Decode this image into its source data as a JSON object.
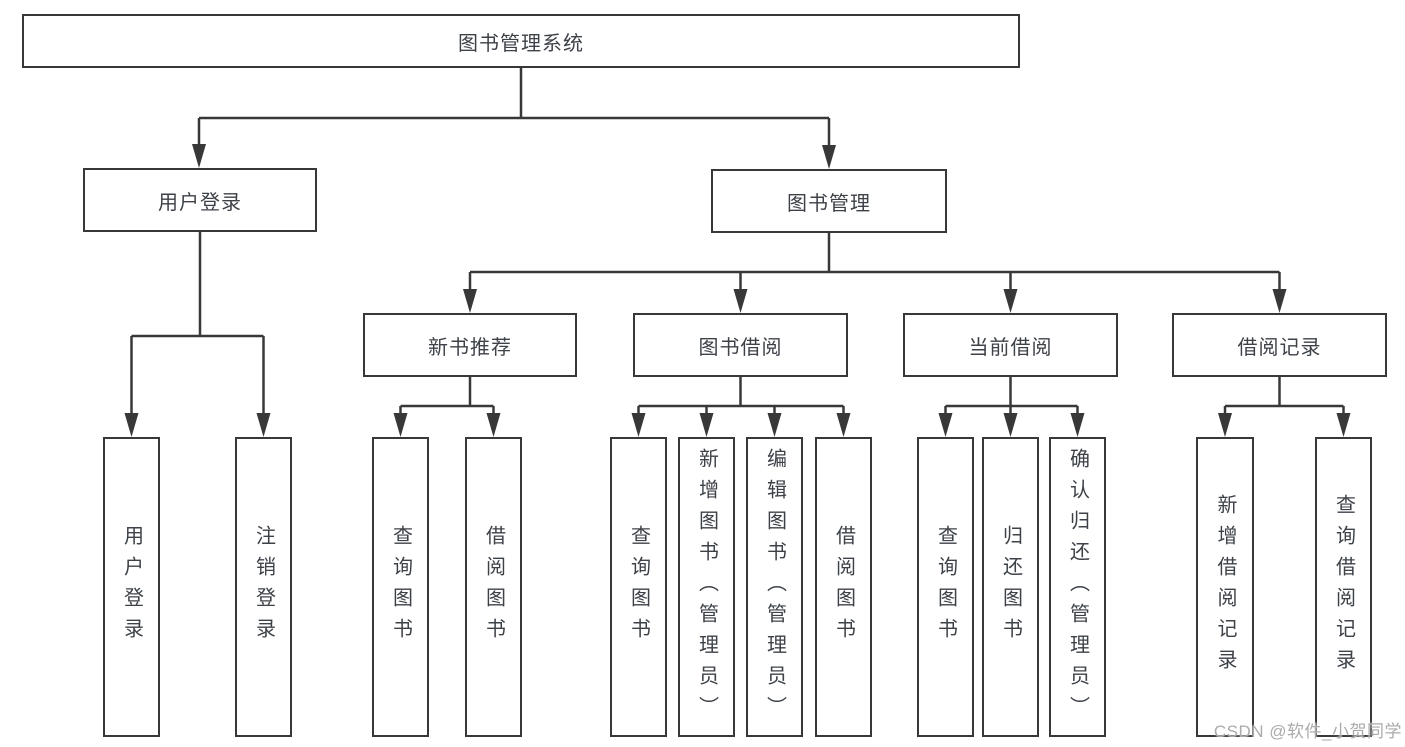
{
  "diagram": {
    "root": {
      "label": "图书管理系统"
    },
    "level2": {
      "user_login": "用户登录",
      "book_mgmt": "图书管理"
    },
    "level3": {
      "new_book_rec": "新书推荐",
      "book_borrow": "图书借阅",
      "current_borrow": "当前借阅",
      "borrow_record": "借阅记录"
    },
    "leaves": {
      "user_login": "用户登录",
      "logout": "注销登录",
      "nb_query": "查询图书",
      "nb_borrow": "借阅图书",
      "bb_query": "查询图书",
      "bb_add": "新增图书（管理员）",
      "bb_edit": "编辑图书（管理员）",
      "bb_borrow": "借阅图书",
      "cb_query": "查询图书",
      "cb_return": "归还图书",
      "cb_confirm": "确认归还（管理员）",
      "br_add": "新增借阅记录",
      "br_query": "查询借阅记录"
    },
    "watermark": "CSDN @软件_小贺同学",
    "colors": {
      "line": "#383838",
      "text": "#3d4248",
      "watermark": "#ababab",
      "background": "#ffffff"
    }
  }
}
